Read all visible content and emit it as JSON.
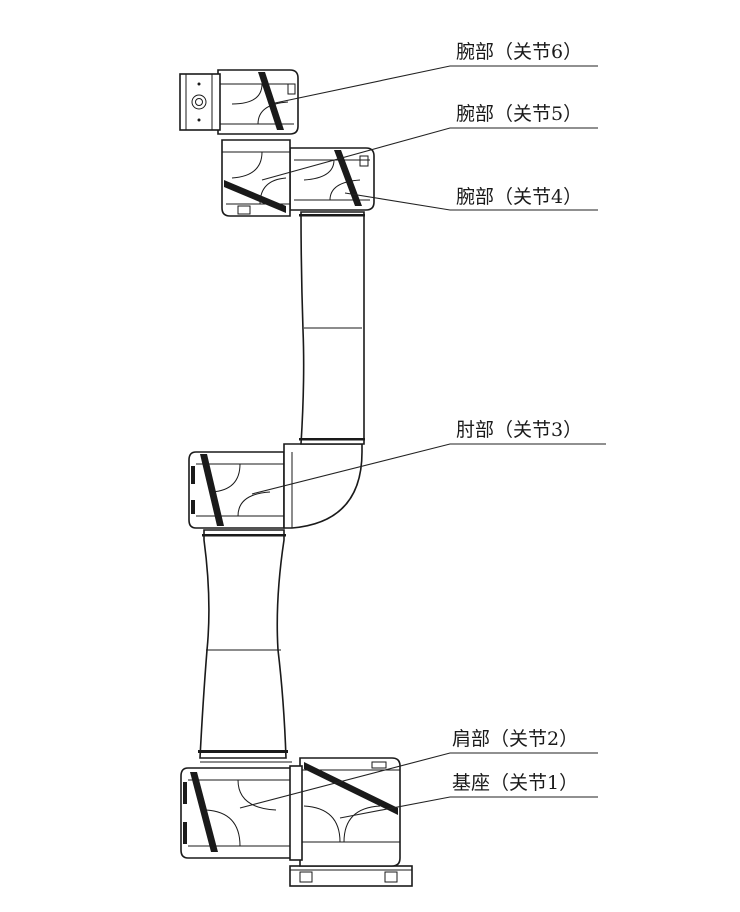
{
  "labels": [
    {
      "key": "wrist6",
      "text": "腕部（关节6）"
    },
    {
      "key": "wrist5",
      "text": "腕部（关节5）"
    },
    {
      "key": "wrist4",
      "text": "腕部（关节4）"
    },
    {
      "key": "elbow3",
      "text": "肘部（关节3）"
    },
    {
      "key": "shoulder2",
      "text": "肩部（关节2）"
    },
    {
      "key": "base1",
      "text": "基座（关节1）"
    }
  ]
}
